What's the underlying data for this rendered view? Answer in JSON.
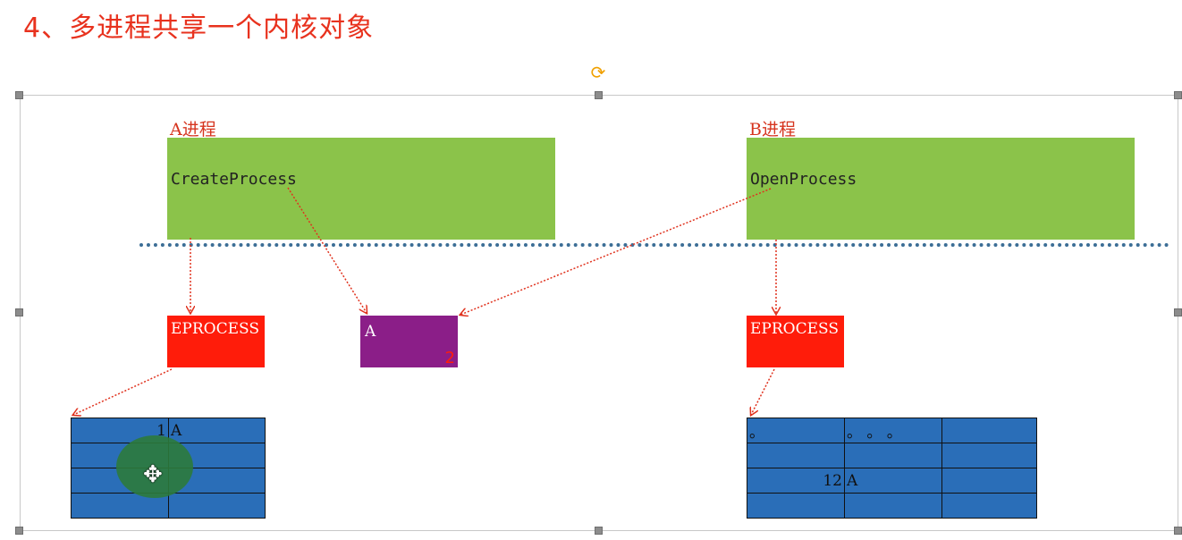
{
  "slide": {
    "title": "4、多进程共享一个内核对象"
  },
  "process_a": {
    "label": "A进程",
    "call": "CreateProcess",
    "eprocess_label": "EPROCESS",
    "handle_table": {
      "rows": [
        [
          "1",
          "A"
        ],
        [
          "",
          ""
        ],
        [
          "",
          ""
        ],
        [
          "",
          ""
        ]
      ]
    }
  },
  "process_b": {
    "label": "B进程",
    "call": "OpenProcess",
    "eprocess_label": "EPROCESS",
    "handle_table": {
      "rows": [
        [
          "。",
          "。 。 。",
          ""
        ],
        [
          "",
          "",
          ""
        ],
        [
          "12",
          "A",
          ""
        ],
        [
          "",
          "",
          ""
        ]
      ]
    }
  },
  "kernel_object": {
    "name": "A",
    "ref_count": "2"
  },
  "icons": {
    "rotate": "rotate-handle-icon",
    "cursor": "move-cursor-icon"
  },
  "colors": {
    "title": "#e8321e",
    "process_box": "#8bc34a",
    "eprocess": "#ff1c0a",
    "kernel_object": "#8b1e88",
    "handle_table": "#2a6eb8",
    "arrow": "#e0321e",
    "divider": "#3c6e96"
  }
}
